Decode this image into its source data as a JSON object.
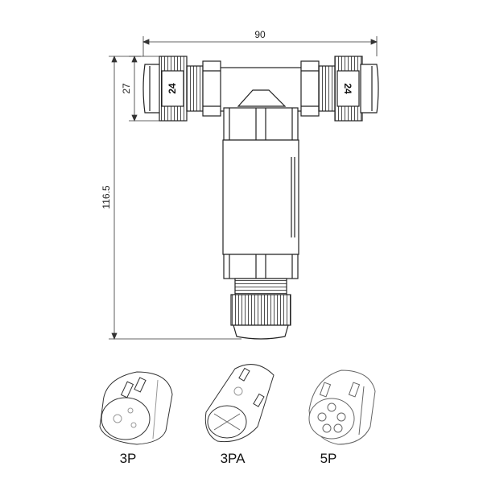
{
  "dimensions": {
    "width": "90",
    "thread_height": "27",
    "total_height": "116.5"
  },
  "nut_label": "24",
  "inserts": [
    {
      "label": "3P"
    },
    {
      "label": "3PA"
    },
    {
      "label": "5P"
    }
  ]
}
